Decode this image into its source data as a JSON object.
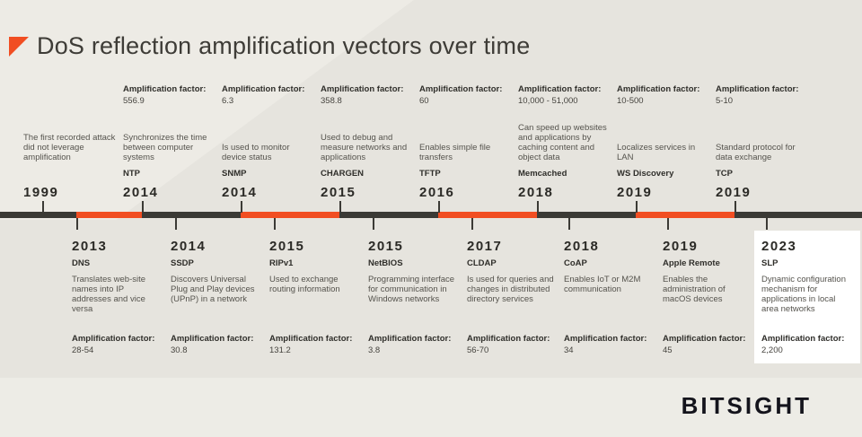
{
  "title": "DoS reflection amplification vectors over time",
  "brand": "BITSIGHT",
  "colors": {
    "accent_orange": "#f14e22",
    "timeline_dark": "#3b3a35",
    "background": "#e6e4de",
    "highlight_card": "#ffffff",
    "text_dark": "#2f2e2a",
    "text_body": "#55534d"
  },
  "timeline": {
    "top": [
      {
        "year": "1999",
        "protocol": "",
        "description": "The first recorded attack did not leverage amplification",
        "amp_label": "",
        "amp_value": ""
      },
      {
        "year": "2014",
        "protocol": "NTP",
        "description": "Synchronizes the time between computer systems",
        "amp_label": "Amplification factor:",
        "amp_value": "556.9"
      },
      {
        "year": "2014",
        "protocol": "SNMP",
        "description": "Is used to monitor device status",
        "amp_label": "Amplification factor:",
        "amp_value": "6.3"
      },
      {
        "year": "2015",
        "protocol": "CHARGEN",
        "description": "Used to debug and measure networks and applications",
        "amp_label": "Amplification factor:",
        "amp_value": "358.8"
      },
      {
        "year": "2016",
        "protocol": "TFTP",
        "description": "Enables simple file transfers",
        "amp_label": "Amplification factor:",
        "amp_value": "60"
      },
      {
        "year": "2018",
        "protocol": "Memcached",
        "description": "Can speed up websites and applications by caching content and object data",
        "amp_label": "Amplification factor:",
        "amp_value": "10,000 - 51,000"
      },
      {
        "year": "2019",
        "protocol": "WS Discovery",
        "description": "Localizes services in LAN",
        "amp_label": "Amplification factor:",
        "amp_value": "10-500"
      },
      {
        "year": "2019",
        "protocol": "TCP",
        "description": "Standard protocol for data exchange",
        "amp_label": "Amplification factor:",
        "amp_value": "5-10"
      }
    ],
    "bottom": [
      {
        "year": "2013",
        "protocol": "DNS",
        "description": "Translates web-site names into IP addresses and vice versa",
        "amp_label": "Amplification factor:",
        "amp_value": "28-54"
      },
      {
        "year": "2014",
        "protocol": "SSDP",
        "description": "Discovers Universal Plug and Play devices (UPnP) in a network",
        "amp_label": "Amplification factor:",
        "amp_value": "30.8"
      },
      {
        "year": "2015",
        "protocol": "RIPv1",
        "description": "Used to exchange routing information",
        "amp_label": "Amplification factor:",
        "amp_value": "131.2"
      },
      {
        "year": "2015",
        "protocol": "NetBIOS",
        "description": "Programming interface for communication in Windows networks",
        "amp_label": "Amplification factor:",
        "amp_value": "3.8"
      },
      {
        "year": "2017",
        "protocol": "CLDAP",
        "description": "Is used for queries and changes in distributed directory services",
        "amp_label": "Amplification factor:",
        "amp_value": "56-70"
      },
      {
        "year": "2018",
        "protocol": "CoAP",
        "description": "Enables IoT or M2M communication",
        "amp_label": "Amplification factor:",
        "amp_value": "34"
      },
      {
        "year": "2019",
        "protocol": "Apple Remote",
        "description": "Enables the administration of macOS devices",
        "amp_label": "Amplification factor:",
        "amp_value": "45"
      },
      {
        "year": "2023",
        "protocol": "SLP",
        "description": "Dynamic configuration mechanism for applications in local area networks",
        "amp_label": "Amplification factor:",
        "amp_value": "2,200",
        "highlighted": true
      }
    ]
  }
}
